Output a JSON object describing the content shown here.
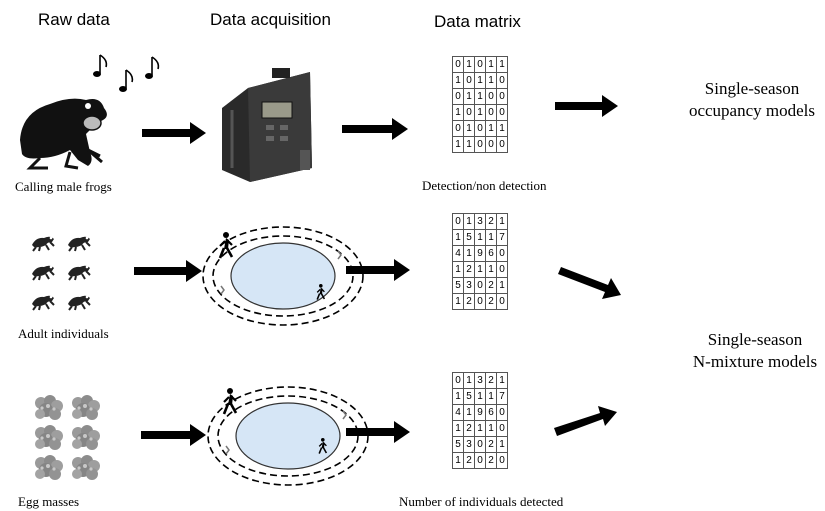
{
  "headers": {
    "raw": "Raw data",
    "acquisition": "Data acquisition",
    "matrix": "Data matrix"
  },
  "captions": {
    "frogs": "Calling male frogs",
    "adults": "Adult individuals",
    "eggs": "Egg masses",
    "detection": "Detection/non detection",
    "counts": "Number of individuals detected"
  },
  "models": {
    "occupancy": [
      "Single-season",
      "occupancy models"
    ],
    "nmixture": [
      "Single-season",
      "N-mixture models"
    ]
  },
  "matrices": {
    "detection": [
      [
        0,
        1,
        0,
        1,
        1
      ],
      [
        1,
        0,
        1,
        1,
        0
      ],
      [
        0,
        1,
        1,
        0,
        0
      ],
      [
        1,
        0,
        1,
        0,
        0
      ],
      [
        0,
        1,
        0,
        1,
        1
      ],
      [
        1,
        1,
        0,
        0,
        0
      ]
    ],
    "counts_a": [
      [
        0,
        1,
        3,
        2,
        1
      ],
      [
        1,
        5,
        1,
        1,
        7
      ],
      [
        4,
        1,
        9,
        6,
        0
      ],
      [
        1,
        2,
        1,
        1,
        0
      ],
      [
        5,
        3,
        0,
        2,
        1
      ],
      [
        1,
        2,
        0,
        2,
        0
      ]
    ],
    "counts_b": [
      [
        0,
        1,
        3,
        2,
        1
      ],
      [
        1,
        5,
        1,
        1,
        7
      ],
      [
        4,
        1,
        9,
        6,
        0
      ],
      [
        1,
        2,
        1,
        1,
        0
      ],
      [
        5,
        3,
        0,
        2,
        1
      ],
      [
        1,
        2,
        0,
        2,
        0
      ]
    ]
  }
}
